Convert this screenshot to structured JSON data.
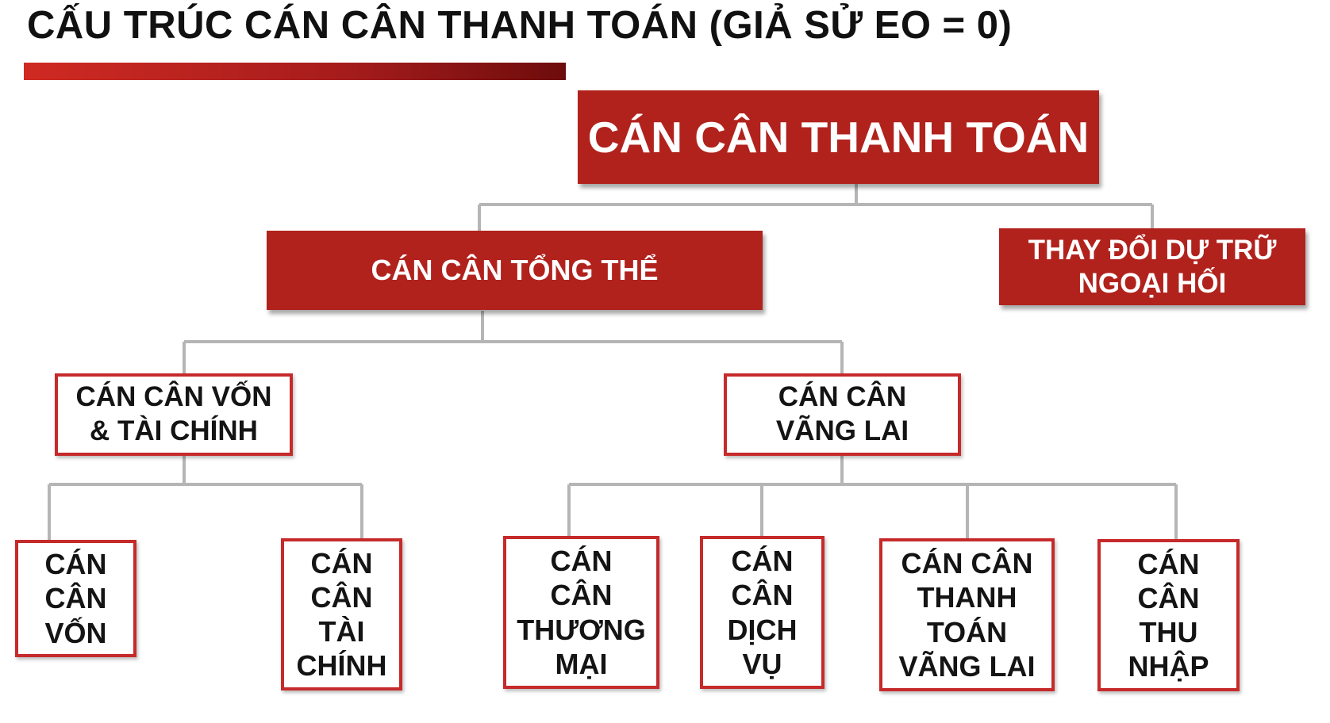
{
  "title": "CẤU TRÚC CÁN CÂN THANH TOÁN (GIẢ SỬ EO = 0)",
  "colors": {
    "accent_red": "#b1221d",
    "border_red": "#c62a2a",
    "connector_gray": "#b5b5b5"
  },
  "nodes": {
    "root": "CÁN CÂN THANH TOÁN",
    "overall": "CÁN CÂN TỔNG THỂ",
    "reserves": "THAY ĐỔI DỰ TRỮ\nNGOẠI HỐI",
    "capital_financial": "CÁN CÂN VỐN\n& TÀI CHÍNH",
    "current": "CÁN CÂN\nVÃNG LAI",
    "capital": "CÁN\nCÂN\nVỐN",
    "financial": "CÁN\nCÂN\nTÀI\nCHÍNH",
    "trade": "CÁN\nCÂN\nTHƯƠNG\nMẠI",
    "services": "CÁN\nCÂN\nDỊCH\nVỤ",
    "current_transfers": "CÁN CÂN\nTHANH\nTOÁN\nVÃNG LAI",
    "income": "CÁN\nCÂN\nTHU\nNHẬP"
  }
}
